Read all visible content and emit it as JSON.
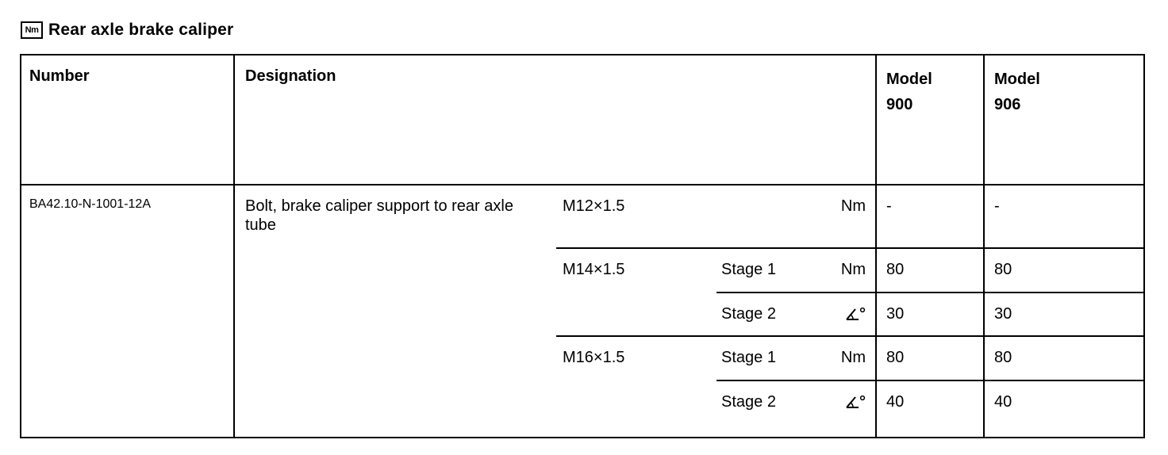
{
  "title": "Rear axle brake caliper",
  "icon_label": "Nm",
  "headers": {
    "number": "Number",
    "designation": "Designation",
    "model1": [
      "Model",
      "900"
    ],
    "model2": [
      "Model",
      "906"
    ]
  },
  "row": {
    "number": "BA42.10-N-1001-12A",
    "designation": "Bolt, brake caliper support to rear axle tube",
    "subrows": [
      {
        "thread": "M12×1.5",
        "stage": "",
        "unit": "Nm",
        "v900": "-",
        "v906": "-"
      },
      {
        "thread": "M14×1.5",
        "stage": "Stage 1",
        "unit": "Nm",
        "v900": "80",
        "v906": "80"
      },
      {
        "thread": "",
        "stage": "Stage 2",
        "unit": "angle-degree-icon",
        "v900": "30",
        "v906": "30"
      },
      {
        "thread": "M16×1.5",
        "stage": "Stage 1",
        "unit": "Nm",
        "v900": "80",
        "v906": "80"
      },
      {
        "thread": "",
        "stage": "Stage 2",
        "unit": "angle-degree-icon",
        "v900": "40",
        "v906": "40"
      }
    ]
  }
}
